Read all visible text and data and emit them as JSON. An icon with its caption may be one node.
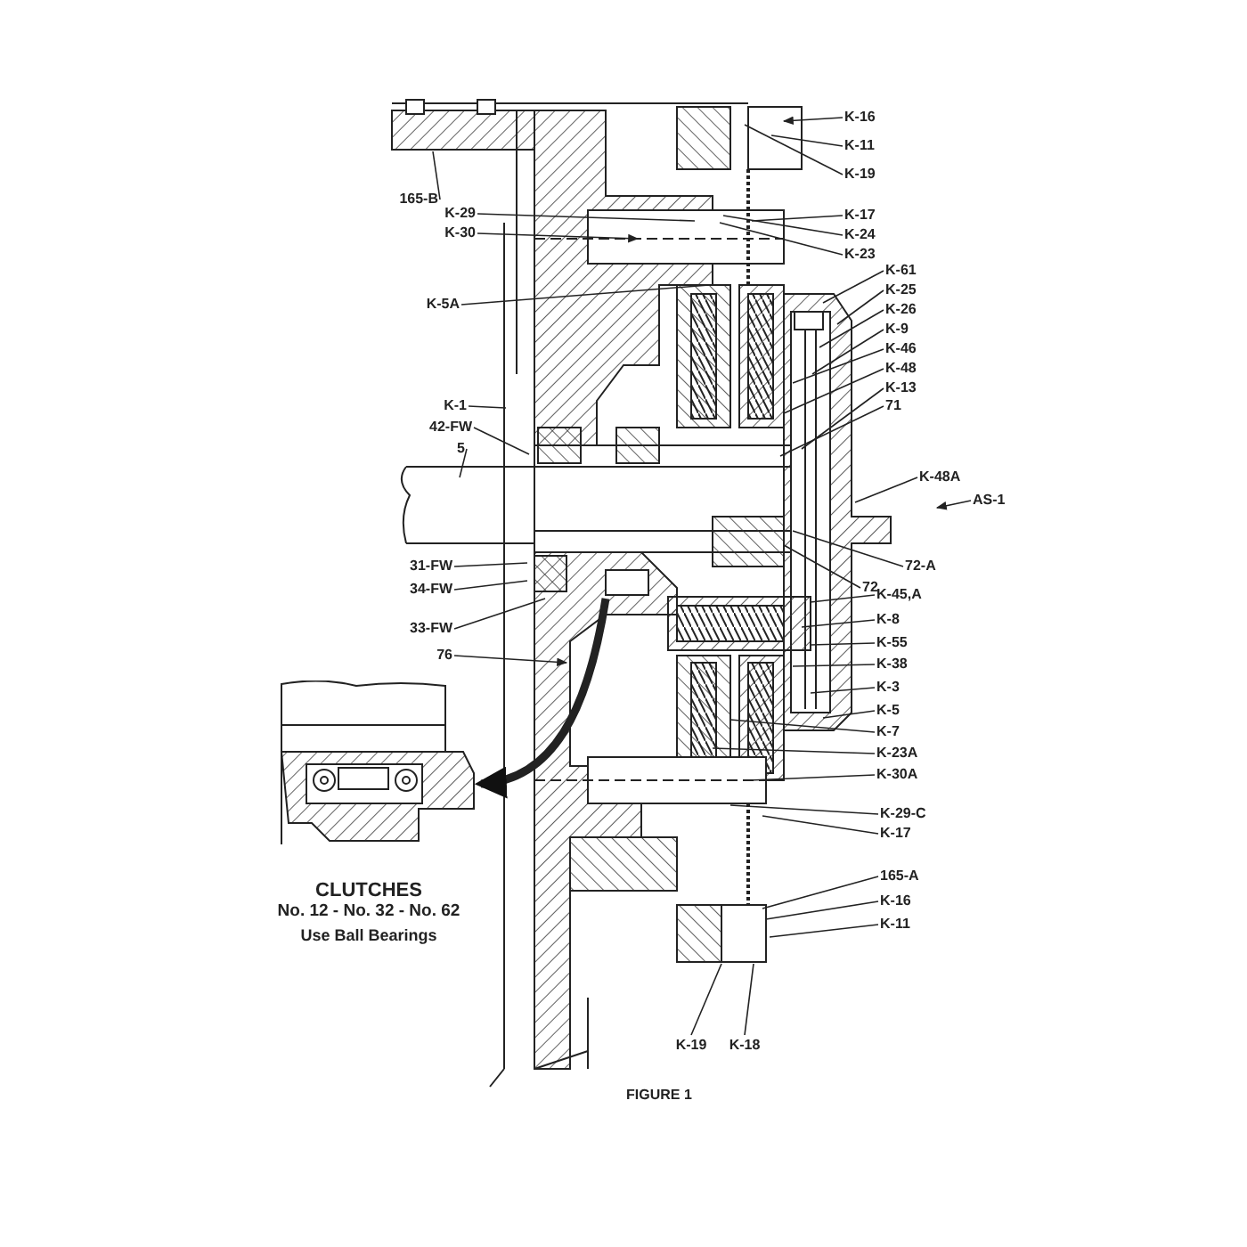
{
  "diagram": {
    "caption": "FIGURE 1",
    "nodes": [
      {
        "text": [
          "K-16"
        ]
      },
      {
        "text": [
          "K-11"
        ]
      },
      {
        "text": [
          "K-19"
        ]
      },
      {
        "text": [
          "K-17"
        ]
      },
      {
        "text": [
          "K-24"
        ]
      },
      {
        "text": [
          "K-23"
        ]
      },
      {
        "text": [
          "K-61"
        ]
      },
      {
        "text": [
          "K-25"
        ]
      },
      {
        "text": [
          "K-26"
        ]
      },
      {
        "text": [
          "K-9"
        ]
      },
      {
        "text": [
          "K-46"
        ]
      },
      {
        "text": [
          "K-48"
        ]
      },
      {
        "text": [
          "K-13"
        ]
      },
      {
        "text": [
          "71"
        ]
      },
      {
        "text": [
          "K-48A"
        ]
      },
      {
        "text": [
          "AS-1"
        ]
      },
      {
        "text": [
          "72-A"
        ]
      },
      {
        "text": [
          "72"
        ]
      },
      {
        "text": [
          "K-45,A"
        ]
      },
      {
        "text": [
          "K-8"
        ]
      },
      {
        "text": [
          "K-55"
        ]
      },
      {
        "text": [
          "K-38"
        ]
      },
      {
        "text": [
          "K-3"
        ]
      },
      {
        "text": [
          "K-5"
        ]
      },
      {
        "text": [
          "K-7"
        ]
      },
      {
        "text": [
          "K-23A"
        ]
      },
      {
        "text": [
          "K-30A"
        ]
      },
      {
        "text": [
          "K-29-C"
        ]
      },
      {
        "text": [
          "K-17"
        ]
      },
      {
        "text": [
          "165-A"
        ]
      },
      {
        "text": [
          "K-16"
        ]
      },
      {
        "text": [
          "K-11"
        ]
      },
      {
        "text": [
          "K-19"
        ]
      },
      {
        "text": [
          "K-18"
        ]
      },
      {
        "text": [
          "165-B"
        ]
      },
      {
        "text": [
          "K-29"
        ]
      },
      {
        "text": [
          "K-30"
        ]
      },
      {
        "text": [
          "K-5A"
        ]
      },
      {
        "text": [
          "K-1"
        ]
      },
      {
        "text": [
          "42-FW"
        ]
      },
      {
        "text": [
          "5"
        ]
      },
      {
        "text": [
          "31-FW"
        ]
      },
      {
        "text": [
          "34-FW"
        ]
      },
      {
        "text": [
          "33-FW"
        ]
      },
      {
        "text": [
          "76"
        ]
      },
      {
        "text": [],
        "shape": "picture"
      }
    ],
    "edges": [
      {
        "from": 0,
        "to": null,
        "arrow": "to"
      },
      {
        "from": 1,
        "to": null,
        "arrow": "none"
      },
      {
        "from": 2,
        "to": null,
        "arrow": "none"
      },
      {
        "from": 3,
        "to": null,
        "arrow": "none"
      },
      {
        "from": 4,
        "to": null,
        "arrow": "none"
      },
      {
        "from": 5,
        "to": null,
        "arrow": "none"
      },
      {
        "from": 6,
        "to": null,
        "arrow": "none"
      },
      {
        "from": 7,
        "to": null,
        "arrow": "none"
      },
      {
        "from": 8,
        "to": null,
        "arrow": "none"
      },
      {
        "from": 9,
        "to": null,
        "arrow": "none"
      },
      {
        "from": 10,
        "to": null,
        "arrow": "none"
      },
      {
        "from": 11,
        "to": null,
        "arrow": "none"
      },
      {
        "from": 12,
        "to": null,
        "arrow": "none"
      },
      {
        "from": 13,
        "to": null,
        "arrow": "none"
      },
      {
        "from": 14,
        "to": null,
        "arrow": "none"
      },
      {
        "from": 15,
        "to": null,
        "arrow": "to"
      },
      {
        "from": 16,
        "to": null,
        "arrow": "none"
      },
      {
        "from": 17,
        "to": null,
        "arrow": "none"
      },
      {
        "from": 18,
        "to": null,
        "arrow": "none"
      },
      {
        "from": 19,
        "to": null,
        "arrow": "none"
      },
      {
        "from": 20,
        "to": null,
        "arrow": "none"
      },
      {
        "from": 21,
        "to": null,
        "arrow": "none"
      },
      {
        "from": 22,
        "to": null,
        "arrow": "none"
      },
      {
        "from": 23,
        "to": null,
        "arrow": "none"
      },
      {
        "from": 24,
        "to": null,
        "arrow": "none"
      },
      {
        "from": 25,
        "to": null,
        "arrow": "none"
      },
      {
        "from": 26,
        "to": null,
        "arrow": "none"
      },
      {
        "from": 27,
        "to": null,
        "arrow": "none"
      },
      {
        "from": 28,
        "to": null,
        "arrow": "none"
      },
      {
        "from": 29,
        "to": null,
        "arrow": "none"
      },
      {
        "from": 30,
        "to": null,
        "arrow": "none"
      },
      {
        "from": 31,
        "to": null,
        "arrow": "none"
      },
      {
        "from": 32,
        "to": null,
        "arrow": "none"
      },
      {
        "from": 33,
        "to": null,
        "arrow": "none"
      },
      {
        "from": 34,
        "to": null,
        "arrow": "none"
      },
      {
        "from": 35,
        "to": null,
        "arrow": "none"
      },
      {
        "from": 36,
        "to": null,
        "arrow": "to"
      },
      {
        "from": 37,
        "to": null,
        "arrow": "none"
      },
      {
        "from": 38,
        "to": null,
        "arrow": "none"
      },
      {
        "from": 39,
        "to": null,
        "arrow": "none"
      },
      {
        "from": 40,
        "to": null,
        "arrow": "none"
      },
      {
        "from": 41,
        "to": null,
        "arrow": "none"
      },
      {
        "from": 42,
        "to": null,
        "arrow": "none"
      },
      {
        "from": 43,
        "to": null,
        "arrow": "none"
      },
      {
        "from": 44,
        "to": null,
        "arrow": "to"
      },
      {
        "from": null,
        "to": 45,
        "arrow": "to",
        "style": "thick"
      }
    ],
    "labels": [
      "CLUTCHES",
      "No. 12 - No. 32 - No. 62",
      "Use Ball Bearings"
    ]
  }
}
